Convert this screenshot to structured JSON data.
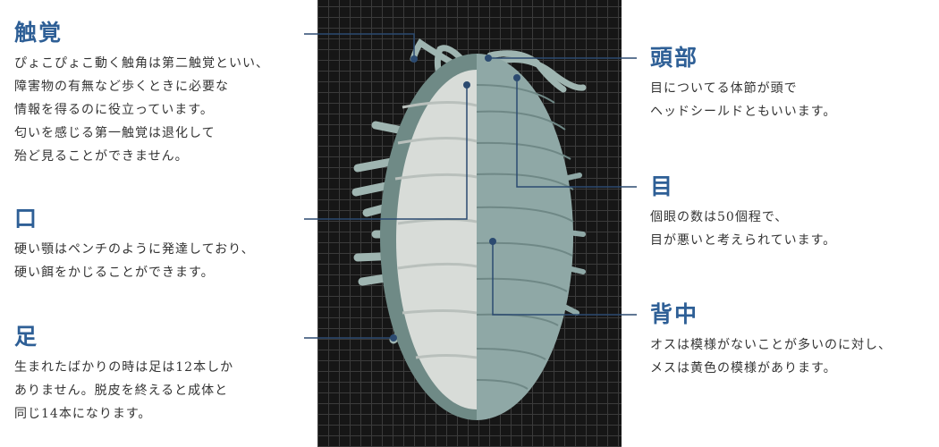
{
  "left": [
    {
      "title": "触覚",
      "lines": [
        "ぴょこぴょこ動く触角は第二触覚といい、",
        "障害物の有無など歩くときに必要な",
        "情報を得るのに役立っています。",
        "匂いを感じる第一触覚は退化して",
        "殆ど見ることができません。"
      ]
    },
    {
      "title": "口",
      "lines": [
        "硬い顎はペンチのように発達しており、",
        "硬い餌をかじることができます。"
      ]
    },
    {
      "title": "足",
      "lines": [
        "生まれたばかりの時は足は12本しか",
        "ありません。脱皮を終えると成体と",
        "同じ14本になります。"
      ]
    }
  ],
  "right": [
    {
      "title": "頭部",
      "lines": [
        "目についてる体節が頭で",
        "ヘッドシールドともいいます。"
      ]
    },
    {
      "title": "目",
      "lines": [
        "個眼の数は50個程で、",
        "目が悪いと考えられています。"
      ]
    },
    {
      "title": "背中",
      "lines": [
        "オスは模様がないことが多いのに対し、",
        "メスは黄色の模様があります。"
      ]
    }
  ],
  "colors": {
    "accent": "#2e5f96",
    "line": "#2b4a70",
    "shell": "#8fa8a6"
  }
}
